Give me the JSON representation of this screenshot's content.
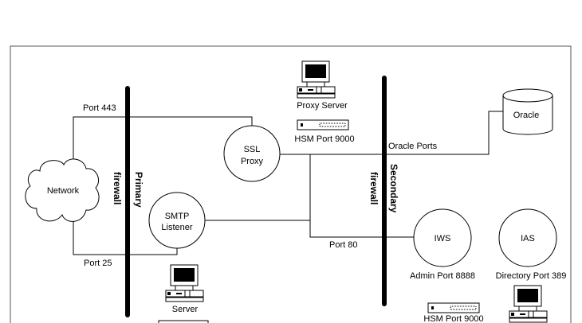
{
  "nodes": {
    "network": "Network",
    "ssl_proxy": [
      "SSL",
      "Proxy"
    ],
    "smtp_listener": [
      "SMTP",
      "Listener"
    ],
    "oracle": "Oracle",
    "iws": "IWS",
    "ias": "IAS",
    "proxy_server": "Proxy Server",
    "hsm_top": "HSM Port 9000",
    "server": "Server",
    "hsm_bottom": "HSM Port 9000"
  },
  "firewalls": {
    "primary": [
      "Primary",
      "firewall"
    ],
    "secondary": [
      "Secondary",
      "firewall"
    ]
  },
  "ports": {
    "port_443": "Port 443",
    "port_25": "Port 25",
    "port_80": "Port 80",
    "oracle_ports": "Oracle Ports",
    "admin_port": "Admin Port 8888",
    "directory_port": "Directory Port 389"
  }
}
